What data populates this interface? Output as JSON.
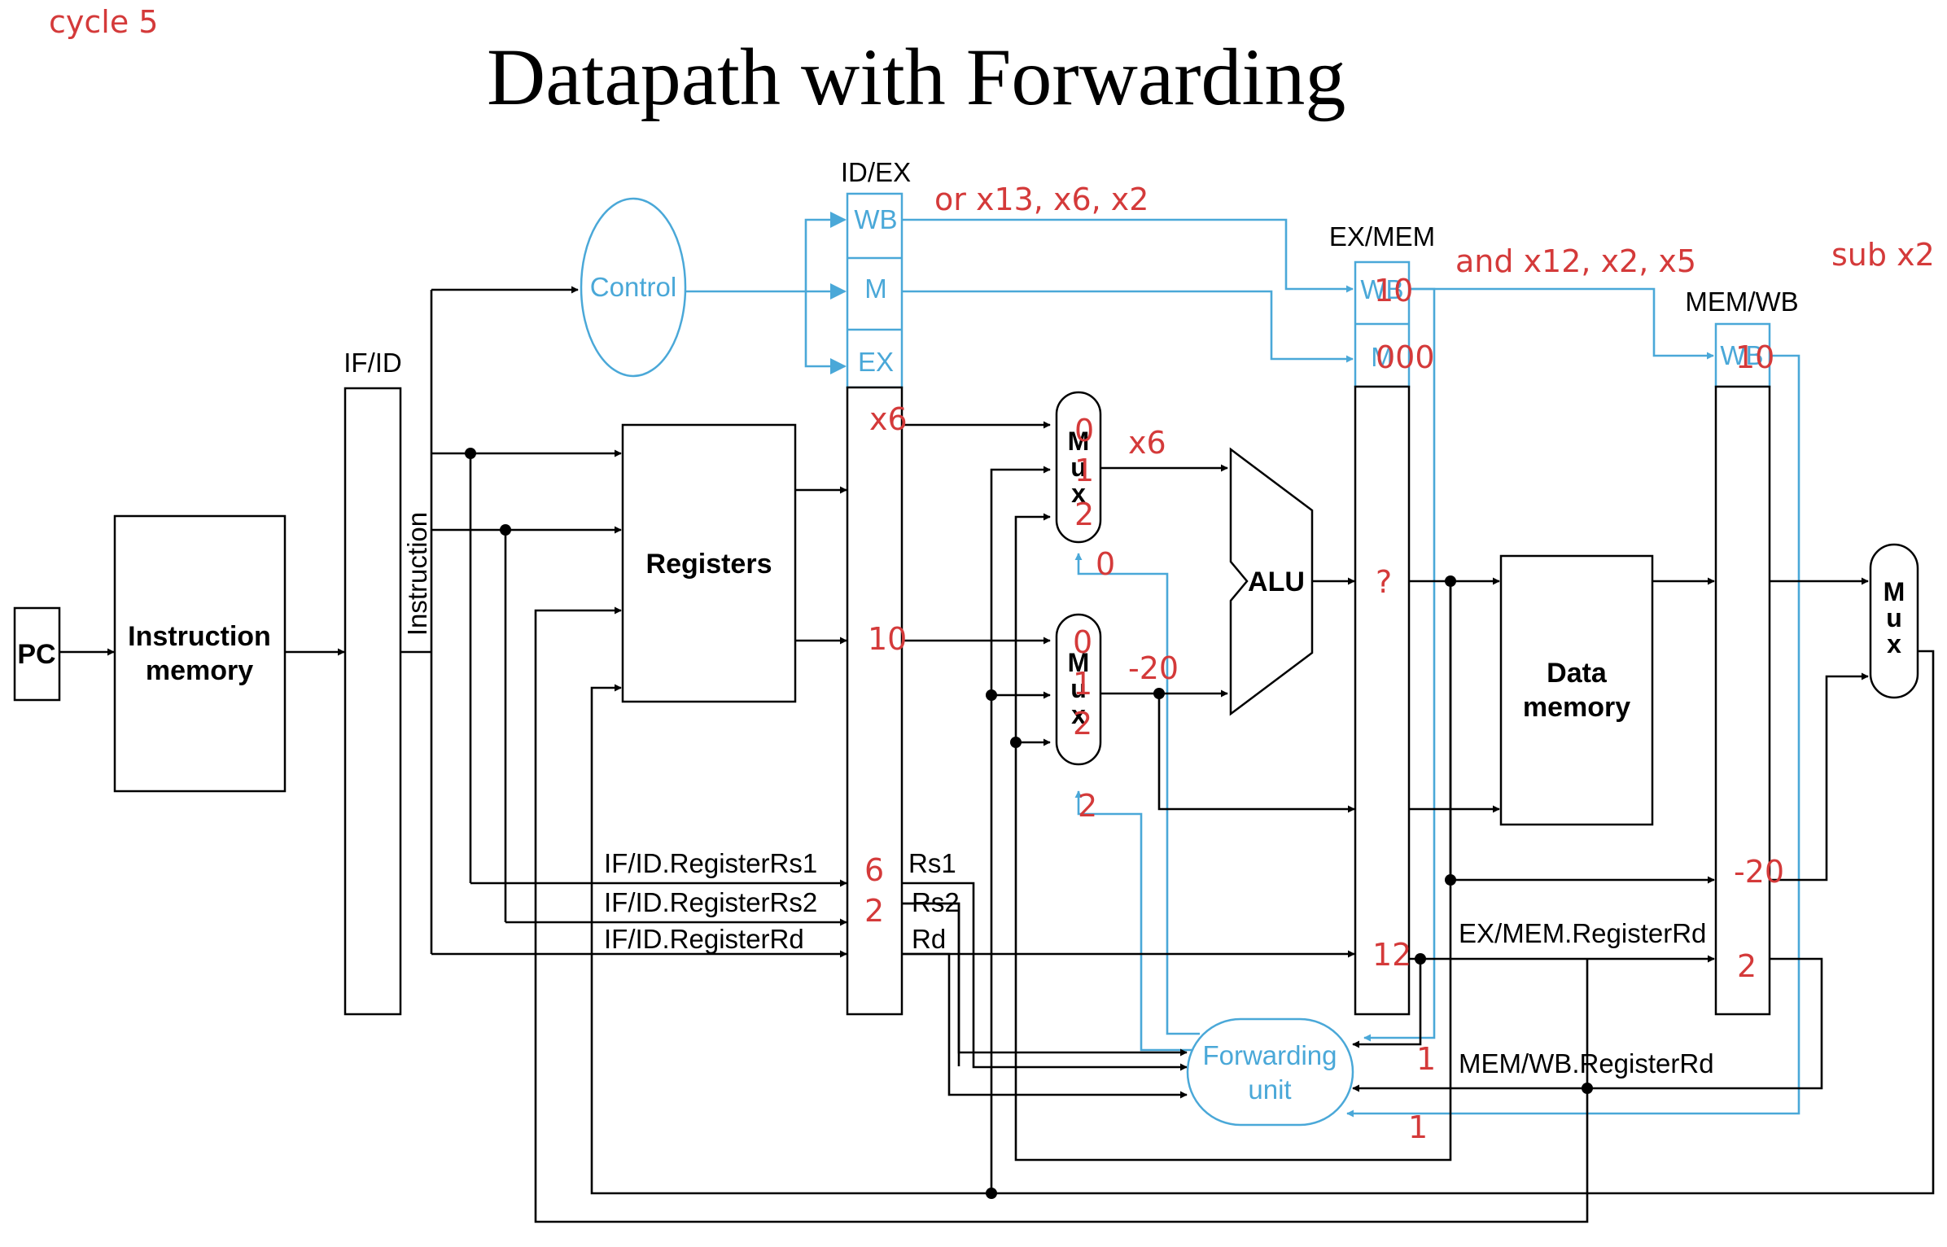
{
  "title": "Datapath with Forwarding",
  "cycle_label": "cycle 5",
  "stage_instructions": {
    "id_ex": "or x13, x6, x2",
    "ex_mem": "and x12, x2, x5",
    "mem_wb": "sub x2"
  },
  "pipeline_registers": {
    "if_id": "IF/ID",
    "id_ex": "ID/EX",
    "ex_mem": "EX/MEM",
    "mem_wb": "MEM/WB"
  },
  "control_fields": {
    "wb": "WB",
    "m": "M",
    "ex": "EX"
  },
  "units": {
    "pc": "PC",
    "instruction_memory_line1": "Instruction",
    "instruction_memory_line2": "memory",
    "instruction_bus": "Instruction",
    "registers": "Registers",
    "control": "Control",
    "alu": "ALU",
    "data_memory_line1": "Data",
    "data_memory_line2": "memory",
    "forwarding_unit_line1": "Forwarding",
    "forwarding_unit_line2": "unit",
    "mux_m": "M",
    "mux_u": "u",
    "mux_x": "x"
  },
  "signals": {
    "if_id_rs1": "IF/ID.RegisterRs1",
    "if_id_rs2": "IF/ID.RegisterRs2",
    "if_id_rd": "IF/ID.RegisterRd",
    "rs1": "Rs1",
    "rs2": "Rs2",
    "rd": "Rd",
    "ex_mem_rd": "EX/MEM.RegisterRd",
    "mem_wb_rd": "MEM/WB.RegisterRd"
  },
  "annotations": {
    "id_ex_reg1_value": "x6",
    "id_ex_reg2_value": "10",
    "rs1_number": "6",
    "rs2_number": "2",
    "mux_a_sel0": "0",
    "mux_a_sel1": "1",
    "mux_a_sel2": "2",
    "mux_a_output": "x6",
    "forward_a": "0",
    "mux_b_sel0": "0",
    "mux_b_sel1": "1",
    "mux_b_sel2": "2",
    "mux_b_output": "-20",
    "forward_b": "2",
    "alu_result": "?",
    "ex_mem_wb_value": "10",
    "ex_mem_m_value": "000",
    "ex_mem_rd_value": "12",
    "ex_mem_regwrite": "1",
    "mem_wb_wb_value": "10",
    "mem_wb_value": "-20",
    "mem_wb_rd_value": "2",
    "mem_wb_regwrite": "1"
  }
}
